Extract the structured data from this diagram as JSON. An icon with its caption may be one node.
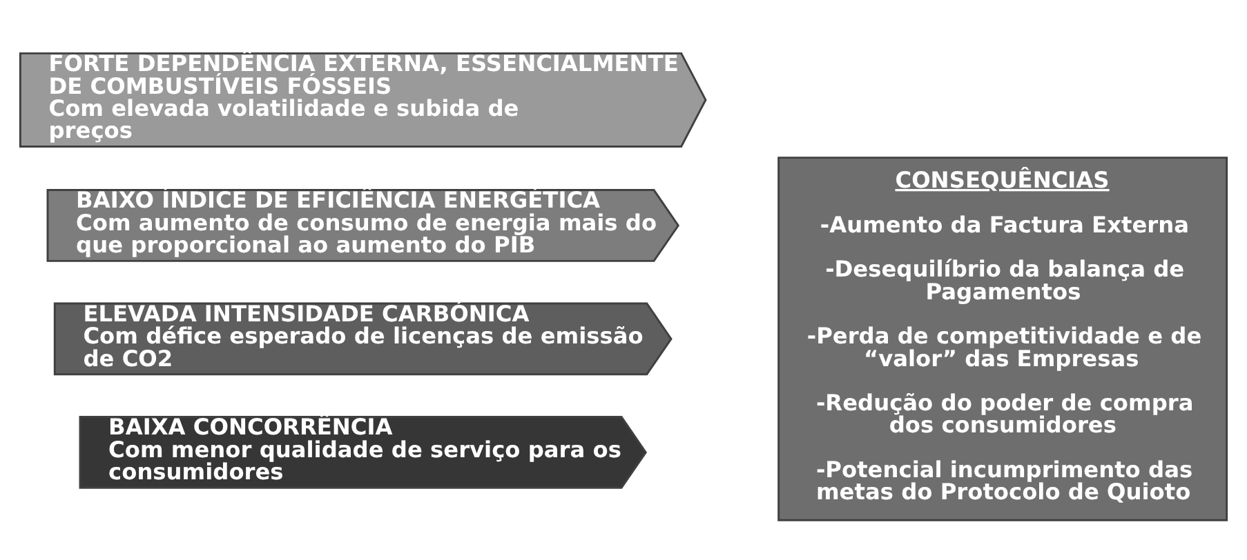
{
  "diagram": {
    "nodes": [
      {
        "text": [
          "FORTE DEPENDÊNCIA EXTERNA, ESSENCIALMENTE DE COMBUSTÍVEIS FÓSSEIS",
          "Com elevada volatilidade e subida de preços"
        ]
      },
      {
        "text": [
          "BAIXO ÍNDICE DE EFICIÊNCIA ENERGÉTICA",
          "Com aumento de consumo de energia mais do que proporcional ao aumento do PIB"
        ]
      },
      {
        "text": [
          "ELEVADA INTENSIDADE CARBÓNICA",
          "Com défice esperado de licenças de emissão de CO2"
        ]
      },
      {
        "text": [
          "BAIXA CONCORRÊNCIA",
          "Com menor qualidade de serviço para os consumidores"
        ]
      },
      {
        "text": [
          "CONSEQUÊNCIAS",
          "-Aumento da Factura Externa",
          "-Desequilíbrio da balança de Pagamentos",
          "-Perda de competitividade e de “valor” das Empresas",
          "-Redução do poder de compra dos consumidores",
          "-Potencial incumprimento das metas do Protocolo de Quioto"
        ]
      }
    ]
  }
}
